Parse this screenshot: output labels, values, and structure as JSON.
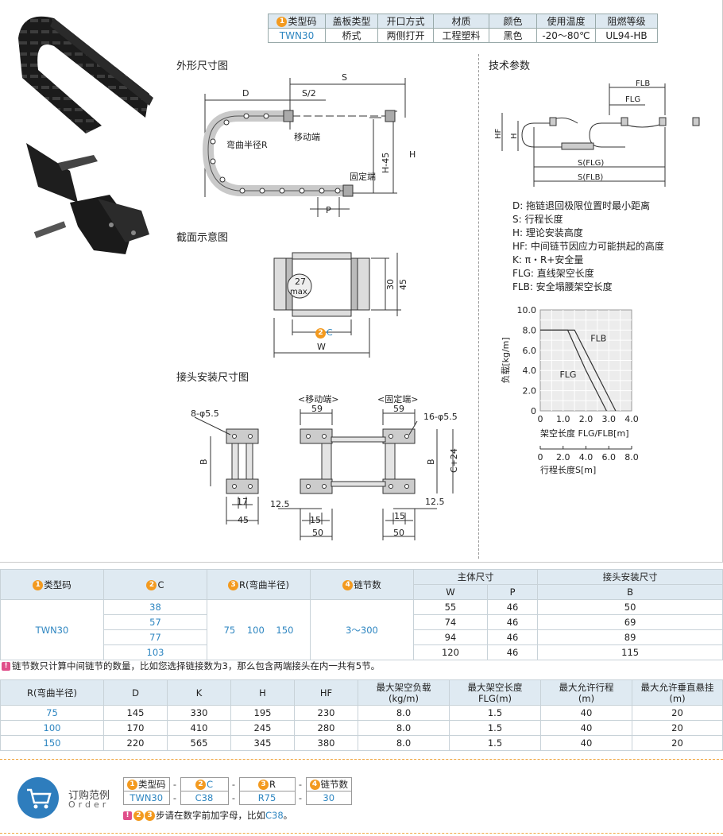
{
  "spec": {
    "headers": [
      "类型码",
      "盖板类型",
      "开口方式",
      "材质",
      "颜色",
      "使用温度",
      "阻燃等级"
    ],
    "header_first_num": "1",
    "values": [
      "TWN30",
      "桥式",
      "两侧打开",
      "工程塑料",
      "黑色",
      "-20～80℃",
      "UL94-HB"
    ]
  },
  "diagram": {
    "outline_title": "外形尺寸图",
    "section_title": "截面示意图",
    "joint_title": "接头安装尺寸图",
    "tech_title": "技术参数",
    "labels": {
      "S": "S",
      "D": "D",
      "S2": "S/2",
      "H": "H",
      "H45": "H-45",
      "P": "P",
      "bend_radius": "弯曲半径R",
      "moving_end": "移动端",
      "fixed_end": "固定端",
      "max27_a": "27",
      "max27_b": "max.",
      "dim30": "30",
      "dim45": "45",
      "W": "W",
      "C_num": "2",
      "C": "C",
      "hole8": "8-φ5.5",
      "hole16": "16-φ5.5",
      "B": "B",
      "dim17": "17",
      "dim45b": "45",
      "moving_bracket": "<移动端>",
      "fixed_bracket": "<固定端>",
      "dim59a": "59",
      "dim59b": "59",
      "C24": "C+24",
      "dim12a": "12.5",
      "dim12b": "12.5",
      "dim15a": "15",
      "dim15b": "15",
      "dim50a": "50",
      "dim50b": "50",
      "FLB": "FLB",
      "FLG": "FLG",
      "HF": "HF",
      "Hh": "H",
      "SFLG": "S(FLG)",
      "SFLB": "S(FLB)"
    },
    "defs": [
      "D: 拖链退回极限位置时最小距离",
      "S: 行程长度",
      "H: 理论安装高度",
      "HF: 中间链节因应力可能拱起的高度",
      "K: π・R+安全量",
      "FLG: 直线架空长度",
      "FLB: 安全塌腰架空长度"
    ]
  },
  "chart_data": {
    "type": "line",
    "ylabel": "负载[kg/m]",
    "xlabel": "架空长度 FLG/FLB[m]",
    "x2label": "行程长度S[m]",
    "y_ticks": [
      "10.0",
      "8.0",
      "6.0",
      "4.0",
      "2.0",
      "0"
    ],
    "x_ticks": [
      "0",
      "1.0",
      "2.0",
      "3.0",
      "4.0"
    ],
    "x2_ticks": [
      "0",
      "2.0",
      "4.0",
      "6.0",
      "8.0"
    ],
    "ylim": [
      0,
      10
    ],
    "xlim": [
      0,
      4
    ],
    "series": [
      {
        "name": "FLB",
        "x": [
          0,
          1.5,
          2.4,
          3.3
        ],
        "y": [
          8,
          8,
          4,
          0
        ]
      },
      {
        "name": "FLG",
        "x": [
          0,
          1.2,
          2.0,
          2.9
        ],
        "y": [
          8,
          8,
          4,
          0
        ]
      }
    ]
  },
  "size_table": {
    "h_type": "类型码",
    "h_C": "C",
    "h_R": "R(弯曲半径)",
    "h_links": "链节数",
    "h_body": "主体尺寸",
    "h_joint": "接头安装尺寸",
    "h_W": "W",
    "h_P": "P",
    "h_B": "B",
    "type": "TWN30",
    "R_values": "75    100    150",
    "links": "3～300",
    "rows": [
      {
        "C": "38",
        "W": "55",
        "P": "46",
        "B": "50"
      },
      {
        "C": "57",
        "W": "74",
        "P": "46",
        "B": "69"
      },
      {
        "C": "77",
        "W": "94",
        "P": "46",
        "B": "89"
      },
      {
        "C": "103",
        "W": "120",
        "P": "46",
        "B": "115"
      }
    ],
    "note": "链节数只计算中间链节的数量，比如您选择链接数为3，那么包含两端接头在内一共有5节。"
  },
  "param_table": {
    "headers": [
      "R(弯曲半径)",
      "D",
      "K",
      "H",
      "HF",
      "最大架空负载\n(kg/m)",
      "最大架空长度\nFLG(m)",
      "最大允许行程\n(m)",
      "最大允许垂直悬挂\n(m)"
    ],
    "rows": [
      [
        "75",
        "145",
        "330",
        "195",
        "230",
        "8.0",
        "1.5",
        "40",
        "20"
      ],
      [
        "100",
        "170",
        "410",
        "245",
        "280",
        "8.0",
        "1.5",
        "40",
        "20"
      ],
      [
        "150",
        "220",
        "565",
        "345",
        "380",
        "8.0",
        "1.5",
        "40",
        "20"
      ]
    ]
  },
  "order": {
    "title": "订购范例",
    "subtitle": "Order",
    "headers": [
      "类型码",
      "C",
      "R",
      "链节数"
    ],
    "values": [
      "TWN30",
      "C38",
      "R75",
      "30"
    ],
    "note_text": "步请在数字前加字母，比如",
    "note_example": "C38",
    "note_end": "。"
  }
}
